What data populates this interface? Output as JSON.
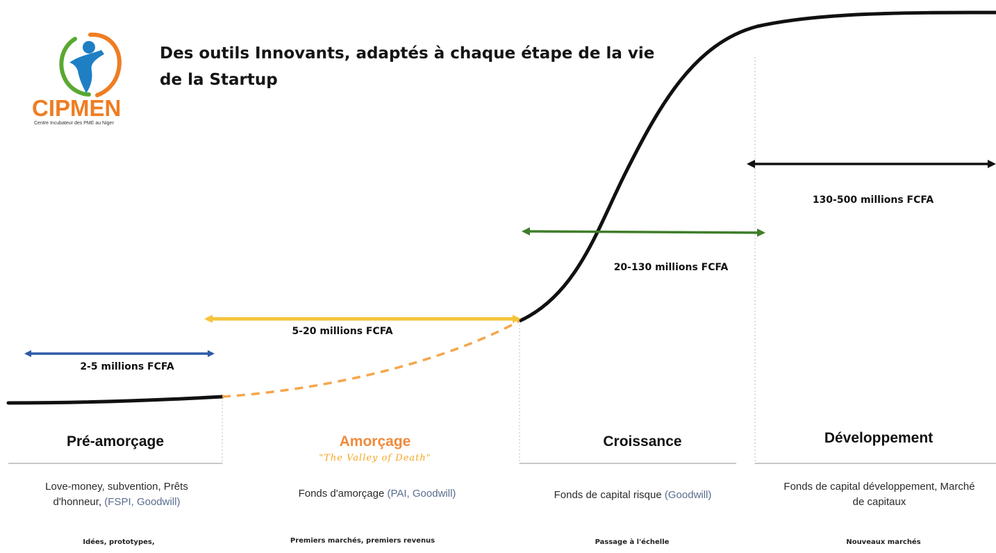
{
  "title": "Des outils Innovants, adaptés à chaque étape de la vie de la Startup",
  "logo": {
    "name": "CIPMEN",
    "tagline": "Centre Incubateur des PME au Niger",
    "colors": {
      "orange": "#ef7d22",
      "blue": "#1e7fc4",
      "green": "#5aa832"
    }
  },
  "colors": {
    "curve": "#111111",
    "dashed_curve": "#f5a64a",
    "blue_arrow": "#2f5aa8",
    "yellow_arrow": "#f6c33c",
    "green_arrow": "#3f7d2a",
    "black_arrow": "#111111"
  },
  "funding_ranges": [
    {
      "label": "2-5 millions FCFA",
      "color": "#2f5aa8",
      "stage": "Pré-amorçage"
    },
    {
      "label": "5-20 millions FCFA",
      "color": "#f6c33c",
      "stage": "Amorçage"
    },
    {
      "label": "20-130 millions FCFA",
      "color": "#3f7d2a",
      "stage": "Croissance"
    },
    {
      "label": "130-500 millions FCFA",
      "color": "#111111",
      "stage": "Développement"
    }
  ],
  "stages": [
    {
      "name": "Pré-amorçage",
      "subtitle": "",
      "funding_text": "Love-money, subvention, Prêts d'honneur, ",
      "funding_tools": "(FSPI, Goodwill)",
      "milestone": "Idées, prototypes,"
    },
    {
      "name": "Amorçage",
      "subtitle": "\"The Valley of Death\"",
      "funding_text": "Fonds d'amorçage ",
      "funding_tools": "(PAI, Goodwill)",
      "milestone": "Premiers marchés, premiers revenus"
    },
    {
      "name": "Croissance",
      "subtitle": "",
      "funding_text": "Fonds de capital risque ",
      "funding_tools": "(Goodwill)",
      "milestone": "Passage à l'échelle"
    },
    {
      "name": "Développement",
      "subtitle": "",
      "funding_text": "Fonds de capital développement, Marché de capitaux",
      "funding_tools": "",
      "milestone": "Nouveaux marchés"
    }
  ]
}
